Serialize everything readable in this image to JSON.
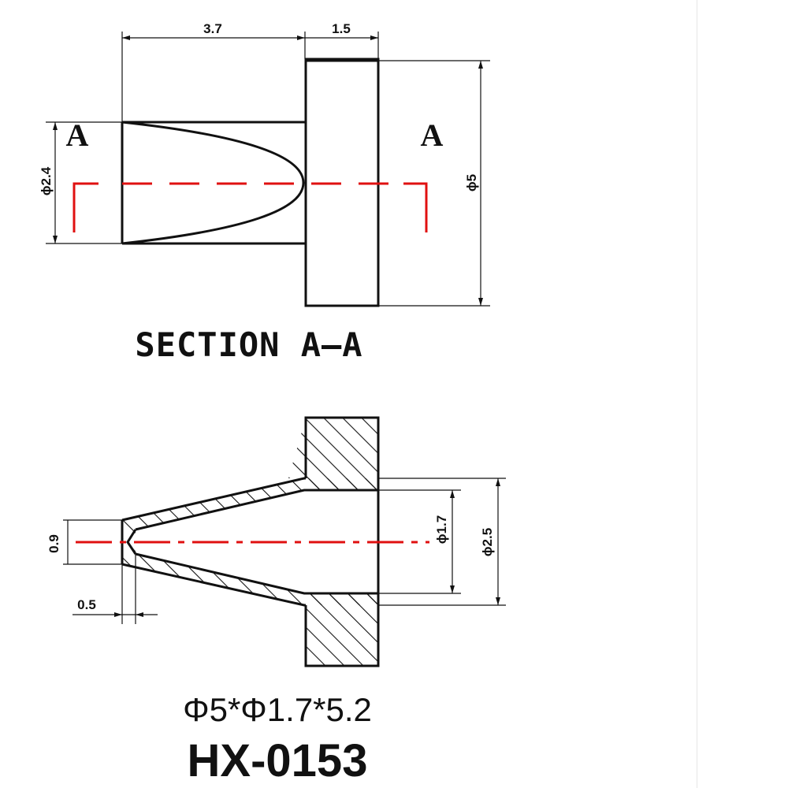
{
  "top_view": {
    "dim_length": "3.7",
    "dim_flange": "1.5",
    "dim_body_dia": "ϕ2.4",
    "dim_flange_dia": "ϕ5",
    "section_marker_left": "A",
    "section_marker_right": "A",
    "caption": "SECTION A—A"
  },
  "section_view": {
    "dim_tip_dia": "0.9",
    "dim_wall": "0.5",
    "dim_bore_dia": "ϕ1.7",
    "dim_outer_dia": "ϕ2.5"
  },
  "spec_text": "Φ5*Φ1.7*5.2",
  "part_code": "HX-0153",
  "colors": {
    "line": "#111111",
    "centerline": "#e01010",
    "background": "#ffffff"
  }
}
